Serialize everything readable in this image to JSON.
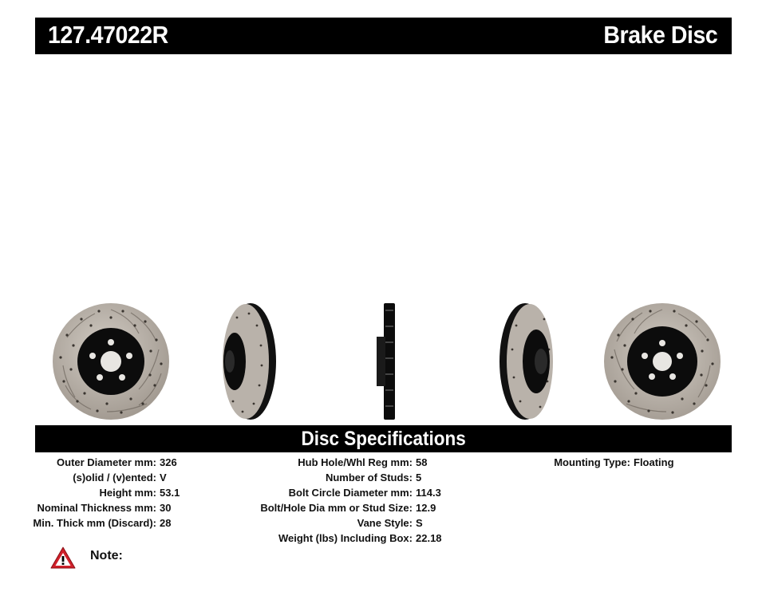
{
  "header": {
    "part_number": "127.47022R",
    "product_type": "Brake Disc"
  },
  "spec_section": {
    "title": "Disc Specifications",
    "column1": [
      {
        "label": "Outer Diameter mm:",
        "value": "326"
      },
      {
        "label": "(s)olid / (v)ented:",
        "value": "V"
      },
      {
        "label": "Height mm:",
        "value": "53.1"
      },
      {
        "label": "Nominal Thickness mm:",
        "value": "30"
      },
      {
        "label": "Min. Thick mm (Discard):",
        "value": "28"
      }
    ],
    "column2": [
      {
        "label": "Hub Hole/Whl Reg mm:",
        "value": "58"
      },
      {
        "label": "Number of Studs:",
        "value": "5"
      },
      {
        "label": "Bolt Circle Diameter mm:",
        "value": "114.3"
      },
      {
        "label": "Bolt/Hole Dia mm or Stud Size:",
        "value": "12.9"
      },
      {
        "label": "Vane Style:",
        "value": "S"
      },
      {
        "label": "Weight (lbs) Including Box:",
        "value": "22.18"
      }
    ],
    "column3": [
      {
        "label": "Mounting Type:",
        "value": "Floating"
      }
    ]
  },
  "note": {
    "label": "Note:",
    "icon": "warning-triangle-icon"
  },
  "colors": {
    "bar": "#000000",
    "disc_face": "#b9b2aa",
    "hat": "#0c0c0c",
    "warning_red": "#d0202a"
  }
}
